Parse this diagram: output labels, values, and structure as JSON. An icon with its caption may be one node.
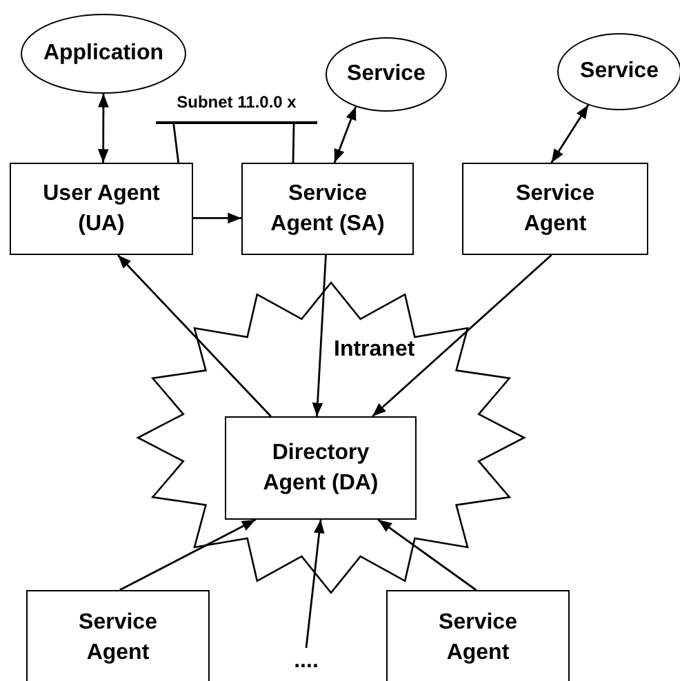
{
  "diagram": {
    "nodes": [
      {
        "text": [
          "Application"
        ]
      },
      {
        "text": [
          "Service"
        ]
      },
      {
        "text": [
          "Service"
        ]
      },
      {
        "text": [
          "Subnet 11.0.0 x"
        ]
      },
      {
        "text": [
          "User Agent (UA)"
        ]
      },
      {
        "text": [
          "Service Agent (SA)"
        ]
      },
      {
        "text": [
          "Service Agent"
        ]
      },
      {
        "text": [
          "Intranet"
        ]
      },
      {
        "text": [
          "Directory Agent (DA)"
        ],
        "in": 7
      },
      {
        "text": [
          "Service Agent"
        ]
      },
      {
        "text": [
          "...."
        ]
      },
      {
        "text": [
          "Service Agent"
        ]
      }
    ],
    "edges": [
      {
        "from": 0,
        "to": 4,
        "arrow": "both"
      },
      {
        "from": 4,
        "to": 5,
        "arrow": "to"
      },
      {
        "from": 1,
        "to": 5,
        "arrow": "both"
      },
      {
        "from": 2,
        "to": 6,
        "arrow": "both"
      },
      {
        "from": 8,
        "to": 4,
        "arrow": "to"
      },
      {
        "from": 5,
        "to": 8,
        "arrow": "to"
      },
      {
        "from": 6,
        "to": 8,
        "arrow": "to"
      },
      {
        "from": 9,
        "to": 8,
        "arrow": "to"
      },
      {
        "from": 10,
        "to": 8,
        "arrow": "to"
      },
      {
        "from": 11,
        "to": 8,
        "arrow": "to"
      },
      {
        "from": 3,
        "to": 4,
        "arrow": "none"
      },
      {
        "from": 3,
        "to": 5,
        "arrow": "none"
      }
    ]
  }
}
